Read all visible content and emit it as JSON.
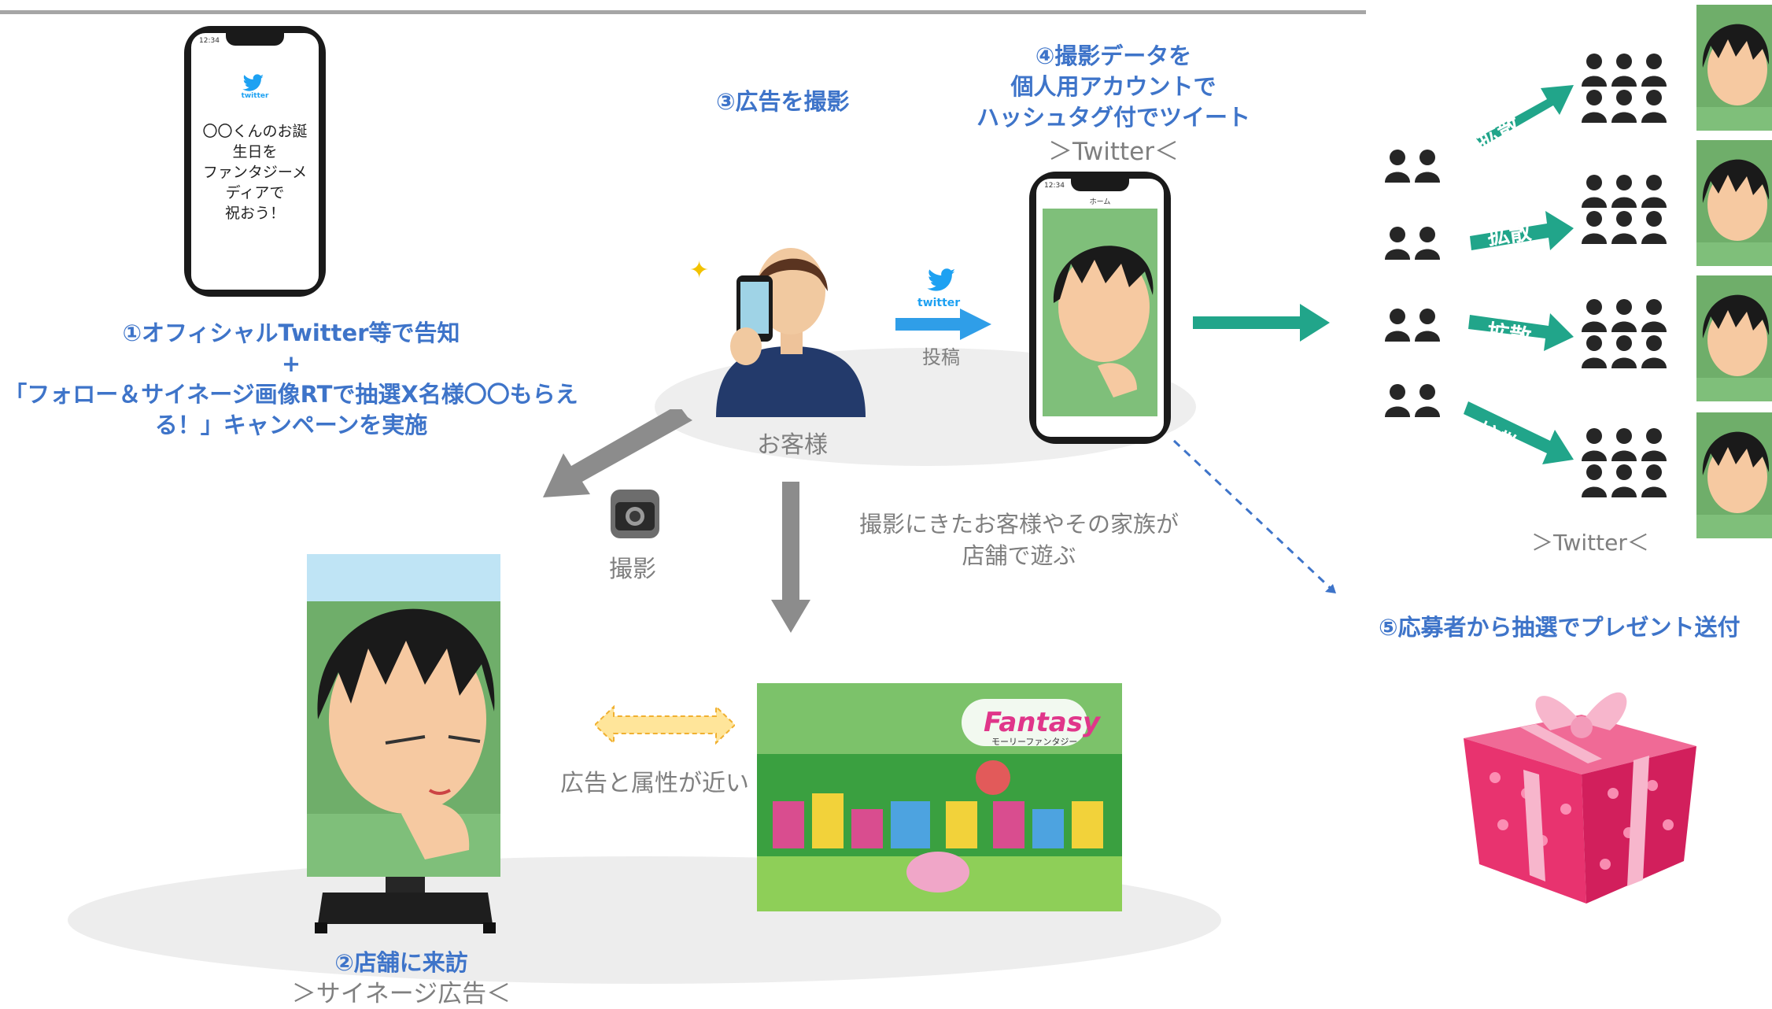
{
  "step1": {
    "title": "①オフィシャルTwitter等で告知",
    "plus": "+",
    "line2": "「フォロー＆サイネージ画像RTで抽選X名様〇〇もらえ",
    "line3": "る！」キャンペーンを実施"
  },
  "phone1": {
    "time": "12:34",
    "twitter_logo": "twitter",
    "message": [
      "〇〇くんのお誕",
      "生日を",
      "ファンタジーメ",
      "ディアで",
      "祝おう！"
    ]
  },
  "step2": {
    "title": "②店舗に来訪",
    "sub": "＞サイネージ広告＜"
  },
  "step3": {
    "title": "③広告を撮影"
  },
  "step4": {
    "title": [
      "④撮影データを",
      "個人用アカウントで",
      "ハッシュタグ付でツイート"
    ],
    "sub": "＞Twitter＜"
  },
  "step5": {
    "title": "⑤応募者から抽選でプレゼント送付"
  },
  "customer_label": "お客様",
  "post": {
    "logo": "twitter",
    "label": "投稿"
  },
  "phone2": {
    "time": "12:34",
    "header": "ホーム"
  },
  "camera_label": "撮影",
  "family_text": [
    "撮影にきたお客様やその家族が",
    "店舗で遊ぶ"
  ],
  "similar_label": "広告と属性が近い",
  "store_sign": "Fantasy",
  "store_sub": "モーリーファンタジー",
  "spread_label": "拡散",
  "twitter_bottom": "＞Twitter＜",
  "colors": {
    "title_blue": "#3e74c9",
    "arrow_teal": "#21a58a",
    "arrow_blue": "#2f9ee8",
    "arrow_gray": "#8c8c8c",
    "gift_pink": "#e8336f"
  },
  "icons": [
    "twitter-bird-icon",
    "camera-icon",
    "person-pair-icon",
    "person-group-icon",
    "gift-box-icon",
    "sparkle-icon"
  ]
}
